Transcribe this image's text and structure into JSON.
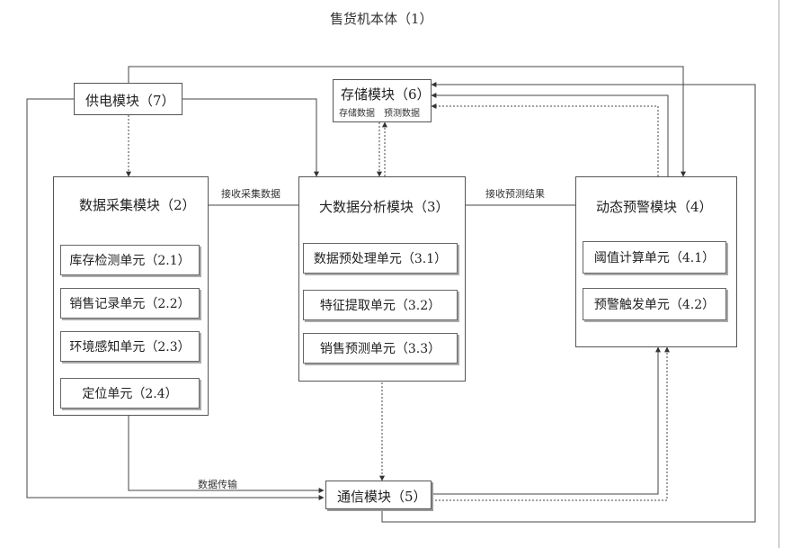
{
  "diagram": {
    "title": "售货机本体（1）",
    "modules": {
      "power": "供电模块（7）",
      "storage": "存储模块（6）",
      "storage_note_a": "存储数据",
      "storage_note_b": "预测数据",
      "collect": "数据采集模块（2）",
      "analysis": "大数据分析模块（3）",
      "warning": "动态预警模块（4）",
      "comm": "通信模块（5）"
    },
    "collect_units": [
      "库存检测单元（2.1）",
      "销售记录单元（2.2）",
      "环境感知单元（2.3）",
      "定位单元（2.4）"
    ],
    "analysis_units": [
      "数据预处理单元（3.1）",
      "特征提取单元（3.2）",
      "销售预测单元（3.3）"
    ],
    "warning_units": [
      "阈值计算单元（4.1）",
      "预警触发单元（4.2）"
    ],
    "edge_labels": {
      "collect_to_analysis": "接收采集数据",
      "analysis_to_warning": "接收预测结果",
      "to_comm": "数据传输"
    }
  }
}
